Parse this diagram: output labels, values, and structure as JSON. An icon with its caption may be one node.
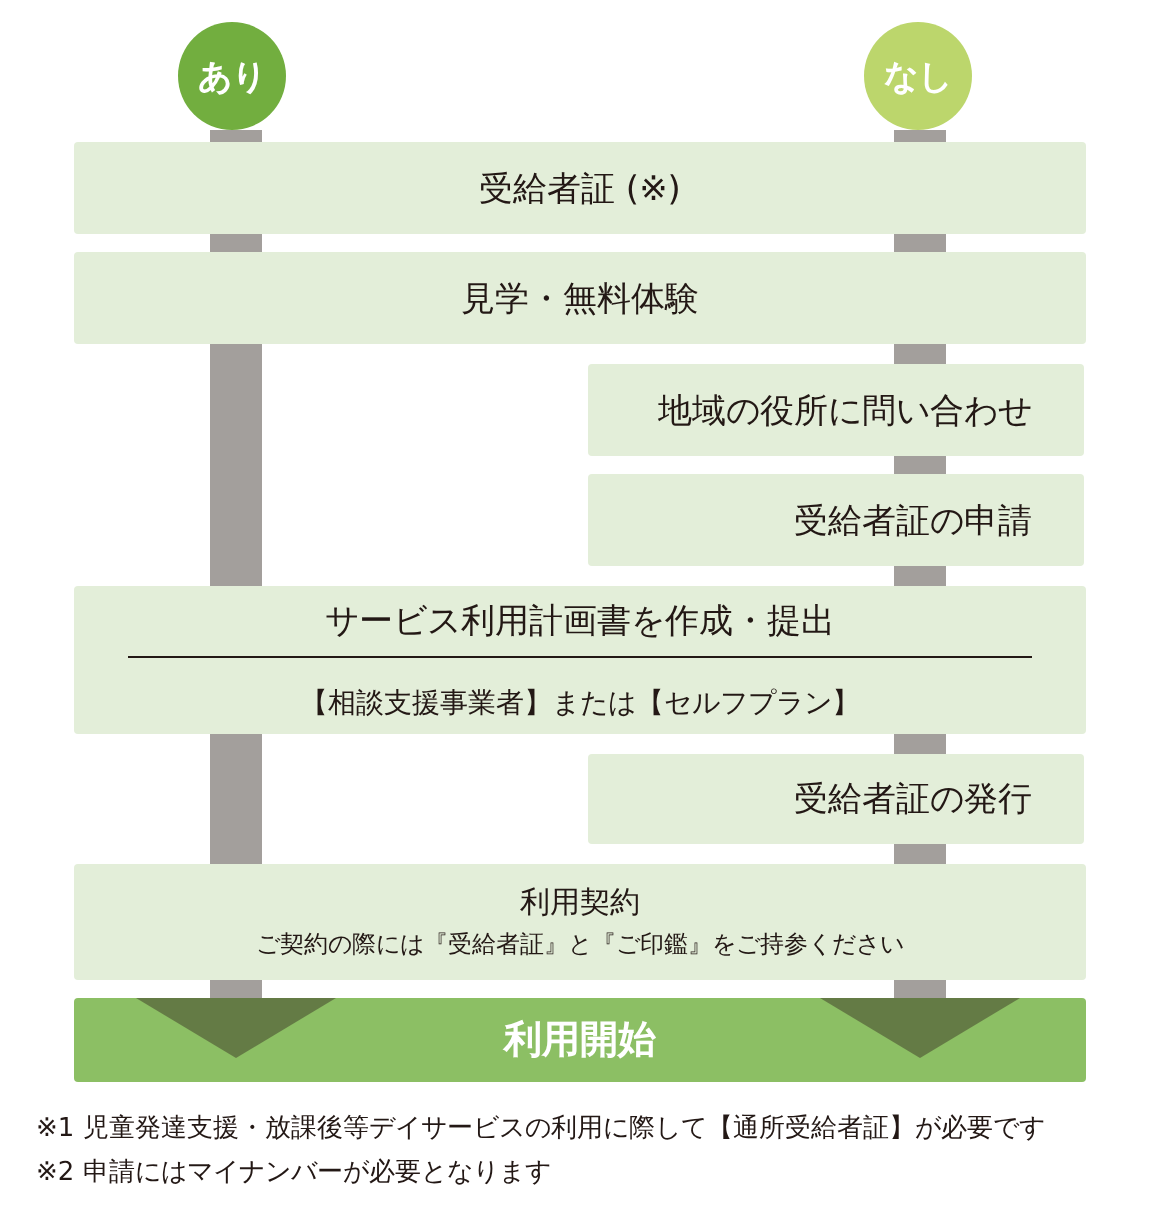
{
  "diagram": {
    "nodes": [
      {
        "text": [
          "あり"
        ]
      },
      {
        "text": [
          "なし"
        ]
      },
      {
        "text": [
          "受給者証 (※)"
        ]
      },
      {
        "text": [
          "見学・無料体験"
        ]
      },
      {
        "text": [
          "地域の役所に問い合わせ"
        ]
      },
      {
        "text": [
          "受給者証の申請"
        ]
      },
      {
        "text": [
          "サービス利用計画書を作成・提出",
          "【相談支援事業者】または【セルフプラン】"
        ]
      },
      {
        "text": [
          "受給者証の発行"
        ]
      },
      {
        "text": [
          "利用契約",
          "ご契約の際には『受給者証』と『ご印鑑』をご持参ください"
        ]
      },
      {
        "text": [
          "利用開始"
        ]
      }
    ],
    "edges": [
      {
        "from": 0,
        "to": 2,
        "arrow": "none"
      },
      {
        "from": 2,
        "to": 3,
        "arrow": "none"
      },
      {
        "from": 3,
        "to": 6,
        "arrow": "none"
      },
      {
        "from": 6,
        "to": 8,
        "arrow": "none"
      },
      {
        "from": 8,
        "to": 9,
        "arrow": "to"
      },
      {
        "from": 1,
        "to": 2,
        "arrow": "none"
      },
      {
        "from": 2,
        "to": 3,
        "arrow": "none"
      },
      {
        "from": 3,
        "to": 4,
        "arrow": "none"
      },
      {
        "from": 4,
        "to": 5,
        "arrow": "none"
      },
      {
        "from": 5,
        "to": 6,
        "arrow": "none"
      },
      {
        "from": 6,
        "to": 7,
        "arrow": "none"
      },
      {
        "from": 7,
        "to": 8,
        "arrow": "none"
      },
      {
        "from": 8,
        "to": 9,
        "arrow": "to"
      }
    ],
    "labels": [
      "※1 児童発達支援・放課後等デイサービスの利用に際して【通所受給者証】が必要です",
      "※2 申請にはマイナンバーが必要となります"
    ]
  }
}
